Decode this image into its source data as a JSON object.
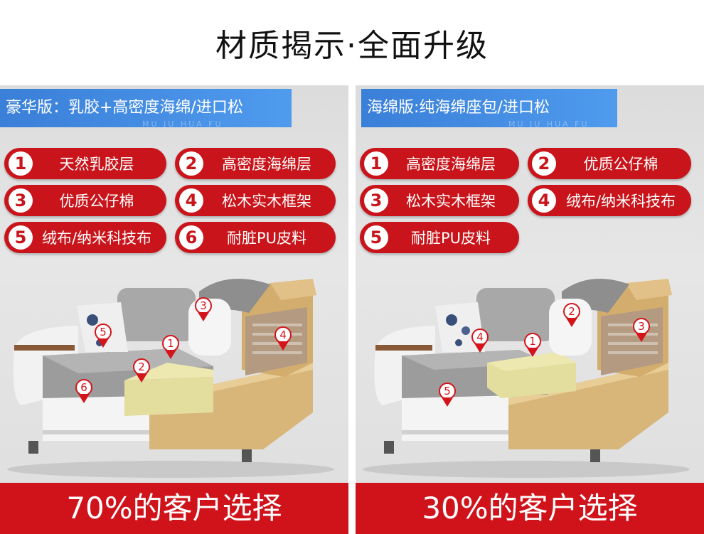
{
  "title": "材质揭示·全面升级",
  "panels": [
    {
      "header": "豪华版：乳胶+高密度海绵/进口松",
      "watermark": "MU JU HUA FU",
      "features": [
        {
          "num": "1",
          "label": "天然乳胶层"
        },
        {
          "num": "2",
          "label": "高密度海绵层"
        },
        {
          "num": "3",
          "label": "优质公仔棉"
        },
        {
          "num": "4",
          "label": "松木实木框架"
        },
        {
          "num": "5",
          "label": "绒布/纳米科技布"
        },
        {
          "num": "6",
          "label": "耐脏PU皮料"
        }
      ],
      "markers": [
        "1",
        "2",
        "3",
        "4",
        "5",
        "6"
      ],
      "footer": "70%的客户选择"
    },
    {
      "header": "海绵版:纯海绵座包/进口松",
      "watermark": "MU JU HUA FU",
      "features": [
        {
          "num": "1",
          "label": "高密度海绵层"
        },
        {
          "num": "2",
          "label": "优质公仔棉"
        },
        {
          "num": "3",
          "label": "松木实木框架"
        },
        {
          "num": "4",
          "label": "绒布/纳米科技布"
        },
        {
          "num": "5",
          "label": "耐脏PU皮料"
        }
      ],
      "markers": [
        "1",
        "2",
        "3",
        "4",
        "5"
      ],
      "footer": "30%的客户选择"
    }
  ],
  "colors": {
    "accent_red": "#c8141a",
    "header_blue": "#3a7fd8",
    "wood": "#d8b579",
    "foam": "#e3dd9e"
  }
}
